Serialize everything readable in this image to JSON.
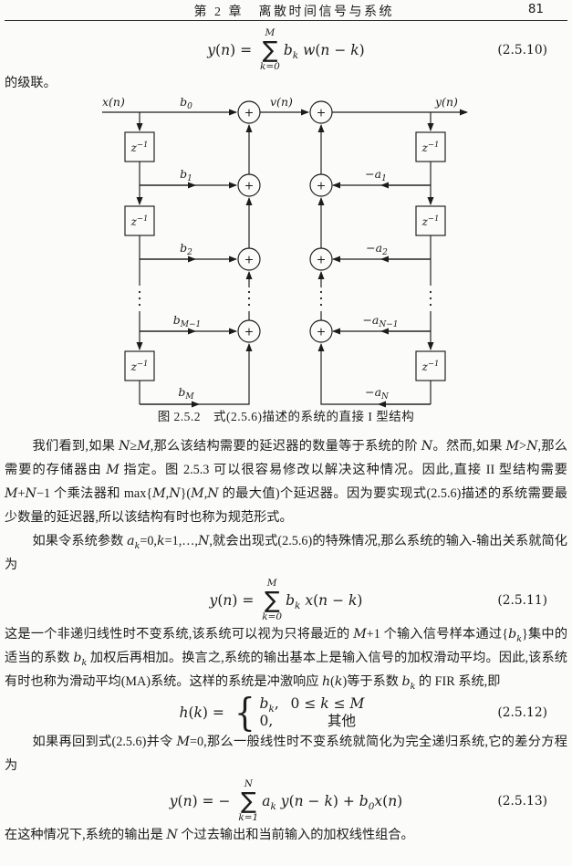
{
  "colors": {
    "background": "#fbfbf9",
    "text": "#1c1c1c",
    "rule": "#2a2a2a"
  },
  "header": {
    "chapter_title": "第 2 章　离散时间信号与系统",
    "page_number": "81"
  },
  "equations": {
    "eq10": {
      "pre": [
        {
          "t": "y",
          "i": true
        },
        {
          "t": "("
        },
        {
          "t": "n",
          "i": true
        },
        {
          "t": ") = "
        }
      ],
      "sigma": "∑",
      "upper": "M",
      "lower": "k=0",
      "post": [
        {
          "t": "b",
          "i": true
        },
        {
          "t": "k",
          "s": "sub",
          "i": true
        },
        {
          "t": " "
        },
        {
          "t": "w",
          "i": true
        },
        {
          "t": "("
        },
        {
          "t": "n",
          "i": true
        },
        {
          "t": " − "
        },
        {
          "t": "k",
          "i": true
        },
        {
          "t": ")"
        }
      ],
      "tag": "(2.5.10)"
    },
    "eq11": {
      "pre": [
        {
          "t": "y",
          "i": true
        },
        {
          "t": "("
        },
        {
          "t": "n",
          "i": true
        },
        {
          "t": ") = "
        }
      ],
      "sigma": "∑",
      "upper": "M",
      "lower": "k=0",
      "post": [
        {
          "t": "b",
          "i": true
        },
        {
          "t": "k",
          "s": "sub",
          "i": true
        },
        {
          "t": " "
        },
        {
          "t": "x",
          "i": true
        },
        {
          "t": "("
        },
        {
          "t": "n",
          "i": true
        },
        {
          "t": " − "
        },
        {
          "t": "k",
          "i": true
        },
        {
          "t": ")"
        }
      ],
      "tag": "(2.5.11)"
    },
    "eq12": {
      "pre": [
        {
          "t": "h",
          "i": true
        },
        {
          "t": "("
        },
        {
          "t": "k",
          "i": true
        },
        {
          "t": ") = "
        }
      ],
      "brace": "{",
      "rows": [
        {
          "left": [
            {
              "t": "b",
              "i": true
            },
            {
              "t": "k",
              "s": "sub",
              "i": true
            },
            {
              "t": ","
            }
          ],
          "right": [
            {
              "t": "0 ≤ "
            },
            {
              "t": "k",
              "i": true
            },
            {
              "t": " ≤ "
            },
            {
              "t": "M",
              "i": true
            }
          ]
        },
        {
          "left": [
            {
              "t": "0,"
            }
          ],
          "right": [
            {
              "t": "其他"
            }
          ]
        }
      ],
      "tag": "(2.5.12)"
    },
    "eq13": {
      "pre": [
        {
          "t": "y",
          "i": true
        },
        {
          "t": "("
        },
        {
          "t": "n",
          "i": true
        },
        {
          "t": ") = − "
        }
      ],
      "sigma": "∑",
      "upper": "N",
      "lower": "k=1",
      "post": [
        {
          "t": "a",
          "i": true
        },
        {
          "t": "k",
          "s": "sub",
          "i": true
        },
        {
          "t": " "
        },
        {
          "t": "y",
          "i": true
        },
        {
          "t": "("
        },
        {
          "t": "n",
          "i": true
        },
        {
          "t": " − "
        },
        {
          "t": "k",
          "i": true
        },
        {
          "t": ") + "
        },
        {
          "t": "b",
          "i": true
        },
        {
          "t": "0",
          "s": "sub"
        },
        {
          "t": "x",
          "i": true
        },
        {
          "t": "("
        },
        {
          "t": "n",
          "i": true
        },
        {
          "t": ")"
        }
      ],
      "tag": "(2.5.13)"
    }
  },
  "figure": {
    "caption": "图 2.5.2　式(2.5.6)描述的系统的直接 I 型结构",
    "signals": {
      "input": "x(n)",
      "mid": "v(n)",
      "output": "y(n)"
    },
    "delay": {
      "base": "z",
      "sup": "−1"
    },
    "plus": "+",
    "b": [
      {
        "base": "b",
        "sub": "0"
      },
      {
        "base": "b",
        "sub": "1"
      },
      {
        "base": "b",
        "sub": "2"
      },
      {
        "base": "b",
        "sub": "M−1"
      },
      {
        "base": "b",
        "sub": "M"
      }
    ],
    "a": [
      {
        "base": "−a",
        "sub": "1"
      },
      {
        "base": "−a",
        "sub": "2"
      },
      {
        "base": "−a",
        "sub": "N−1"
      },
      {
        "base": "−a",
        "sub": "N"
      }
    ]
  },
  "paragraphs": {
    "p0": "的级联。",
    "p1": [
      {
        "t": "我们看到,如果 "
      },
      {
        "t": "N",
        "i": true
      },
      {
        "t": "≥"
      },
      {
        "t": "M",
        "i": true
      },
      {
        "t": ",那么该结构需要的延迟器的数量等于系统的阶 "
      },
      {
        "t": "N",
        "i": true
      },
      {
        "t": "。然而,如果 "
      },
      {
        "t": "M",
        "i": true
      },
      {
        "t": ">"
      },
      {
        "t": "N",
        "i": true
      },
      {
        "t": ",那么需要的存储器由 "
      },
      {
        "t": "M",
        "i": true
      },
      {
        "t": " 指定。图 2.5.3 可以很容易修改以解决这种情况。因此,直接 II 型结构需要 "
      },
      {
        "t": "M",
        "i": true
      },
      {
        "t": "+"
      },
      {
        "t": "N",
        "i": true
      },
      {
        "t": "−1 个乘法器和 max{"
      },
      {
        "t": "M",
        "i": true
      },
      {
        "t": ","
      },
      {
        "t": "N",
        "i": true
      },
      {
        "t": "}("
      },
      {
        "t": "M",
        "i": true
      },
      {
        "t": ","
      },
      {
        "t": "N",
        "i": true
      },
      {
        "t": " 的最大值)个延迟器。因为要实现式(2.5.6)描述的系统需要最少数量的延迟器,所以该结构有时也称为规范形式。"
      }
    ],
    "p2": [
      {
        "t": "如果令系统参数 "
      },
      {
        "t": "a",
        "i": true
      },
      {
        "t": "k",
        "s": "sub",
        "i": true
      },
      {
        "t": "=0,"
      },
      {
        "t": "k",
        "i": true
      },
      {
        "t": "=1,…,"
      },
      {
        "t": "N",
        "i": true
      },
      {
        "t": ",就会出现式(2.5.6)的特殊情况,那么系统的输入-输出关系就简化为"
      }
    ],
    "p3": [
      {
        "t": "这是一个非递归线性时不变系统,该系统可以视为只将最近的 "
      },
      {
        "t": "M",
        "i": true
      },
      {
        "t": "+1 个输入信号样本通过{"
      },
      {
        "t": "b",
        "i": true
      },
      {
        "t": "k",
        "s": "sub",
        "i": true
      },
      {
        "t": "}集中的适当的系数 "
      },
      {
        "t": "b",
        "i": true
      },
      {
        "t": "k",
        "s": "sub",
        "i": true
      },
      {
        "t": " 加权后再相加。换言之,系统的输出基本上是输入信号的加权滑动平均。因此,该系统有时也称为滑动平均(MA)系统。这样的系统是冲激响应 "
      },
      {
        "t": "h",
        "i": true
      },
      {
        "t": "("
      },
      {
        "t": "k",
        "i": true
      },
      {
        "t": ")等于系数 "
      },
      {
        "t": "b",
        "i": true
      },
      {
        "t": "k",
        "s": "sub",
        "i": true
      },
      {
        "t": " 的 FIR 系统,即"
      }
    ],
    "p4": [
      {
        "t": "如果再回到式(2.5.6)并令 "
      },
      {
        "t": "M",
        "i": true
      },
      {
        "t": "=0,那么一般线性时不变系统就简化为完全递归系统,它的差分方程为"
      }
    ],
    "p5": [
      {
        "t": "在这种情况下,系统的输出是 "
      },
      {
        "t": "N",
        "i": true
      },
      {
        "t": " 个过去输出和当前输入的加权线性组合。"
      }
    ]
  }
}
